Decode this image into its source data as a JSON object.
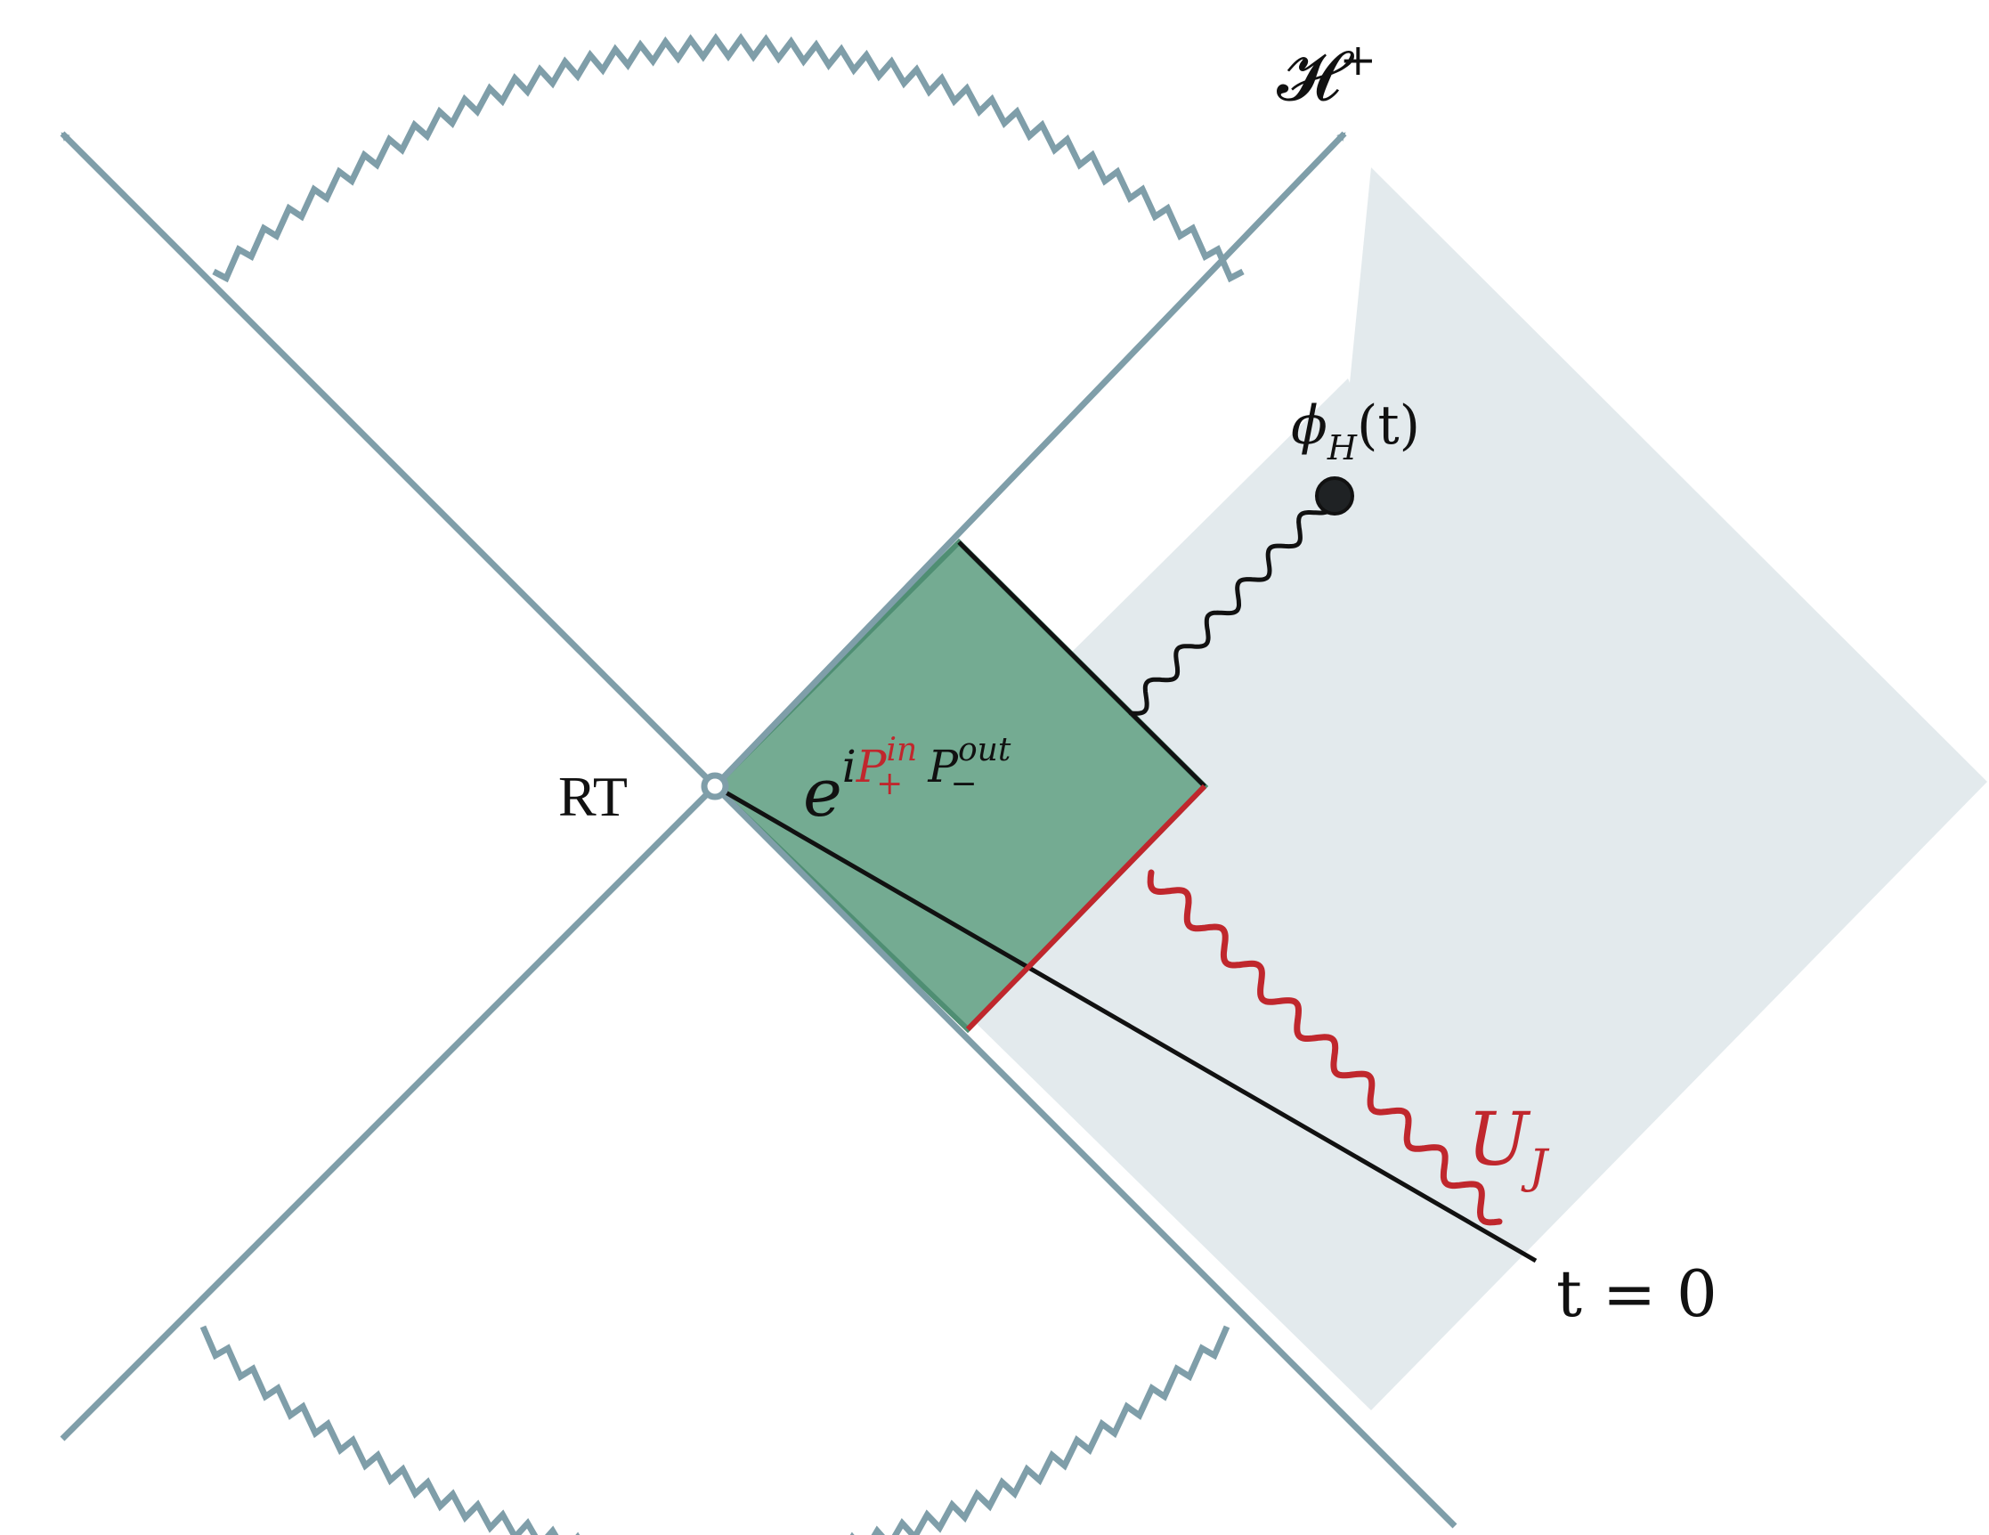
{
  "labels": {
    "horizon": "H",
    "horizon_script": "𝓗",
    "horizon_sup": "+",
    "rt": "RT",
    "phi": "ϕ",
    "phi_sub": "H",
    "phi_arg": "(t)",
    "exp_base": "e",
    "exp_i": "i",
    "p_in": "P",
    "p_in_sup": "in",
    "p_in_sub": "+",
    "p_out": "P",
    "p_out_sup": "out",
    "p_out_sub": "−",
    "uj": "U",
    "uj_sub": "J",
    "t_zero": "t = 0"
  },
  "colors": {
    "axis": "#7f9ea9",
    "region_light": "#e3eaed",
    "region_green": "#74ab92",
    "green_edge": "#4f8e73",
    "red": "#c0272d",
    "black": "#111111",
    "white": "#ffffff"
  },
  "icons": {
    "future_singularity": "zigzag-line",
    "past_singularity": "zigzag-line",
    "operator_point": "filled-dot",
    "rt_point": "hollow-dot"
  }
}
